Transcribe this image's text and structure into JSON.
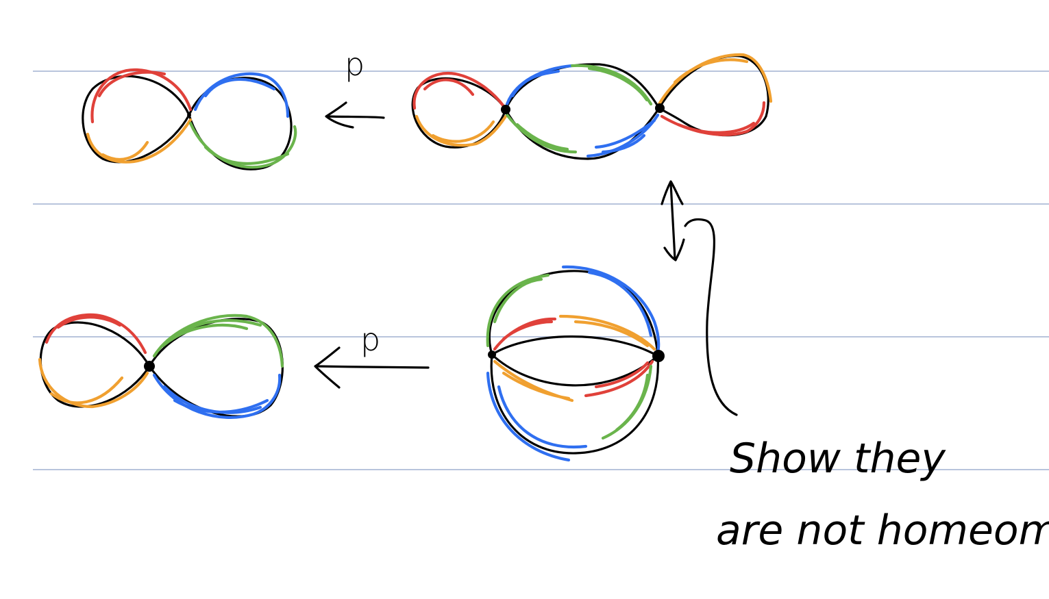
{
  "colors": {
    "ruled_line": "#b8c4dc",
    "ink": "#000000",
    "red": "#e0413a",
    "blue": "#2f6ff0",
    "green": "#6ab44c",
    "orange": "#f0a030"
  },
  "labels": {
    "top_map": "p",
    "bottom_map": "p"
  },
  "note": {
    "line1": "Show they",
    "line2": "are not homeom."
  }
}
